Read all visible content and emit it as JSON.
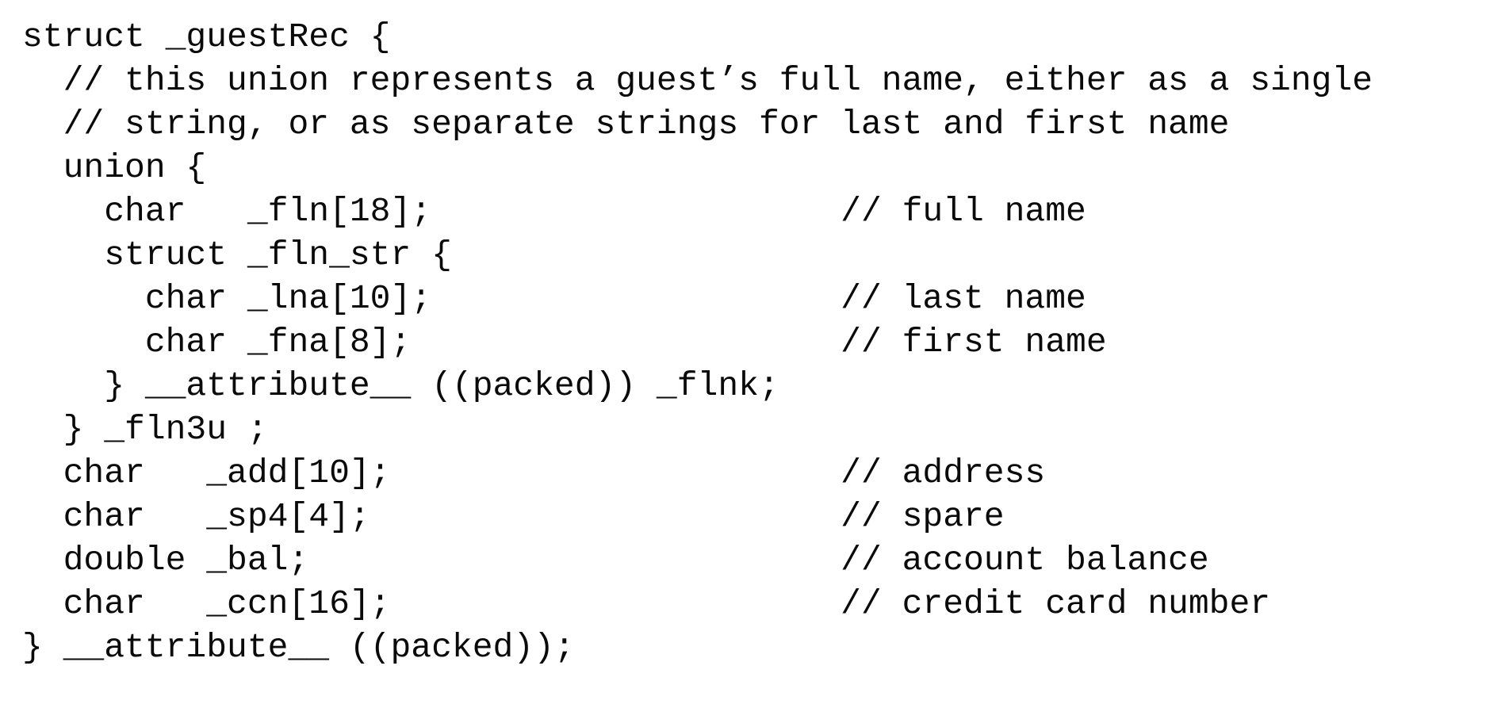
{
  "page": {
    "background_color": "#ffffff",
    "text_color": "#0a0a0a",
    "content_type": "c-source-code-listing"
  },
  "code_listing": {
    "language": "c",
    "struct_name": "_guestRec",
    "lines": [
      "struct _guestRec {",
      "  // this union represents a guest’s full name, either as a single",
      "  // string, or as separate strings for last and first name",
      "  union {",
      "    char   _fln[18];                    // full name",
      "    struct _fln_str {",
      "      char _lna[10];                    // last name",
      "      char _fna[8];                     // first name",
      "    } __attribute__ ((packed)) _flnk;",
      "  } _fln3u ;",
      "  char   _add[10];                      // address",
      "  char   _sp4[4];                       // spare",
      "  double _bal;                          // account balance",
      "  char   _ccn[16];                      // credit card number",
      "} __attribute__ ((packed));"
    ]
  }
}
